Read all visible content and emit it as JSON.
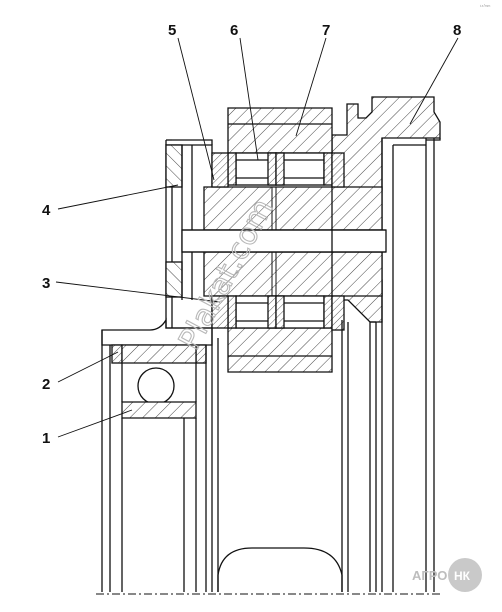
{
  "callouts": [
    "1",
    "2",
    "3",
    "4",
    "5",
    "6",
    "7",
    "8"
  ],
  "watermark": "Plakat.com",
  "logo": {
    "prefix": "АГРО",
    "badge": "НК"
  },
  "corner_mark": "¹⁶'ᵐᵐ",
  "colors": {
    "line": "#111111",
    "hatch": "#333333",
    "background": "#ffffff",
    "watermark": "#b8b8b8",
    "logo": "#bdbdbd"
  }
}
